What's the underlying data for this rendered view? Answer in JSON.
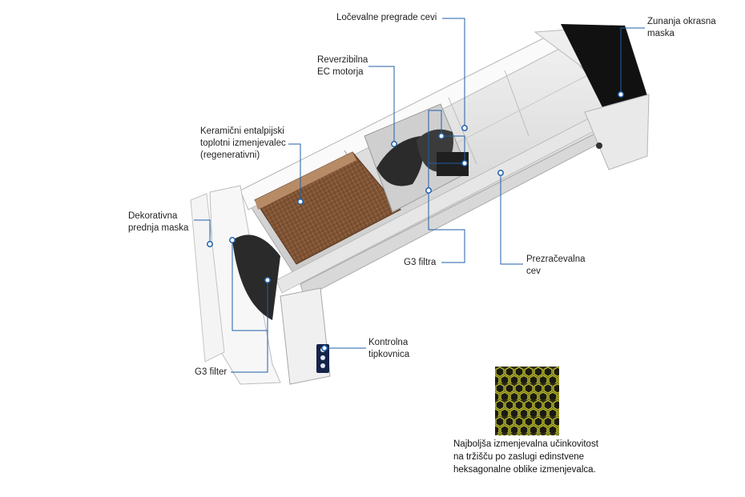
{
  "callouts": {
    "locevalne": [
      "Ločevalne pregrade cevi"
    ],
    "zunanja": [
      "Zunanja okrasna",
      "maska"
    ],
    "reverzibilna": [
      "Reverzibilna",
      "EC motorja"
    ],
    "keramicni": [
      "Keramični entalpijski",
      "toplotni izmenjevalec",
      "(regenerativni)"
    ],
    "dekorativna": [
      "Dekorativna",
      "prednja maska"
    ],
    "g3filtra": [
      "G3 filtra"
    ],
    "prezracevalna": [
      "Prezračevalna",
      "cev"
    ],
    "kontrolna": [
      "Kontrolna",
      "tipkovnica"
    ],
    "g3filter": [
      "G3 filter"
    ]
  },
  "caption": [
    "Najboljša izmenjevalna učinkovitost",
    "na tržišču po zaslugi edinstvene",
    "heksagonalne oblike izmenjevalca."
  ],
  "colors": {
    "leader": "#1f5fa8",
    "text": "#222222",
    "wood": "#8a5a3a",
    "honeycomb": "#c8c82a"
  }
}
